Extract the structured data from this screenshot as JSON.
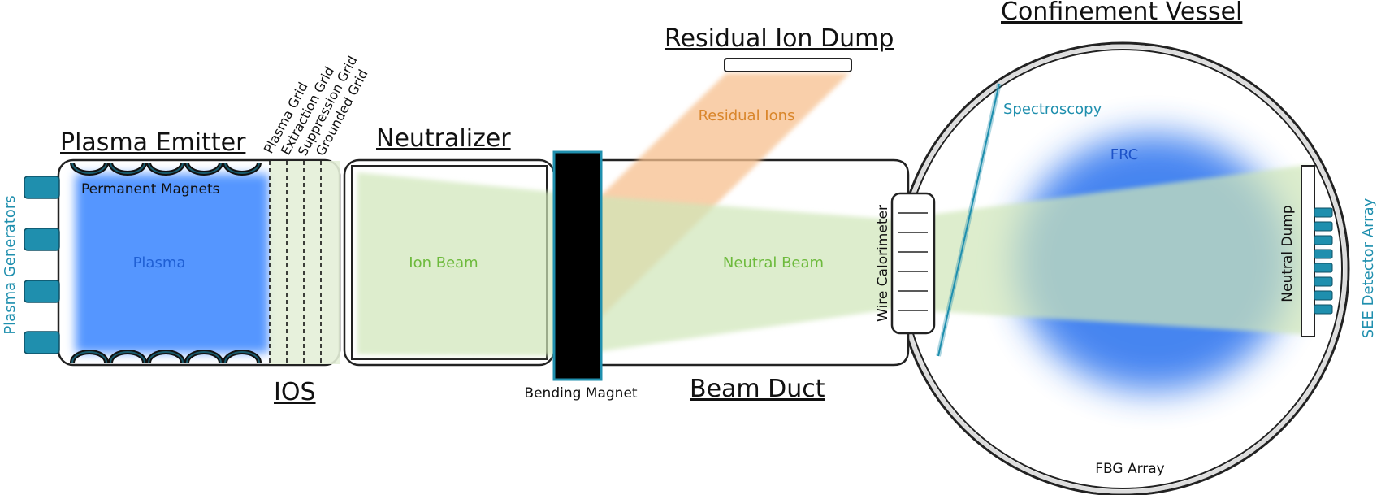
{
  "colors": {
    "teal": "#1f8fae",
    "plasma_blue": "#5596ff",
    "plasma_text": "#1f5fd4",
    "beam_green": "#cfe6b8",
    "beam_text": "#6dba3c",
    "residual_orange": "#f7c08e",
    "residual_text": "#d9862b",
    "frc_blue": "#3d7ff0",
    "frc_text": "#1d52c8",
    "outline": "#222222",
    "magnet_black": "#000000"
  },
  "labels": {
    "plasma_emitter": "Plasma Emitter",
    "permanent_magnets": "Permanent Magnets",
    "plasma": "Plasma",
    "plasma_generators": "Plasma Generators",
    "ios": "IOS",
    "grids": [
      "Plasma Grid",
      "Extraction Grid",
      "Suppression Grid",
      "Grounded Grid"
    ],
    "neutralizer": "Neutralizer",
    "ion_beam": "Ion Beam",
    "bending_magnet": "Bending Magnet",
    "residual_ion_dump": "Residual Ion Dump",
    "residual_ions": "Residual Ions",
    "neutral_beam": "Neutral Beam",
    "beam_duct": "Beam Duct",
    "wire_calorimeter": "Wire Calorimeter",
    "confinement_vessel": "Confinement Vessel",
    "spectroscopy": "Spectroscopy",
    "frc": "FRC",
    "neutral_dump": "Neutral Dump",
    "see_detector_array": "SEE Detector Array",
    "fbg_array": "FBG Array"
  }
}
